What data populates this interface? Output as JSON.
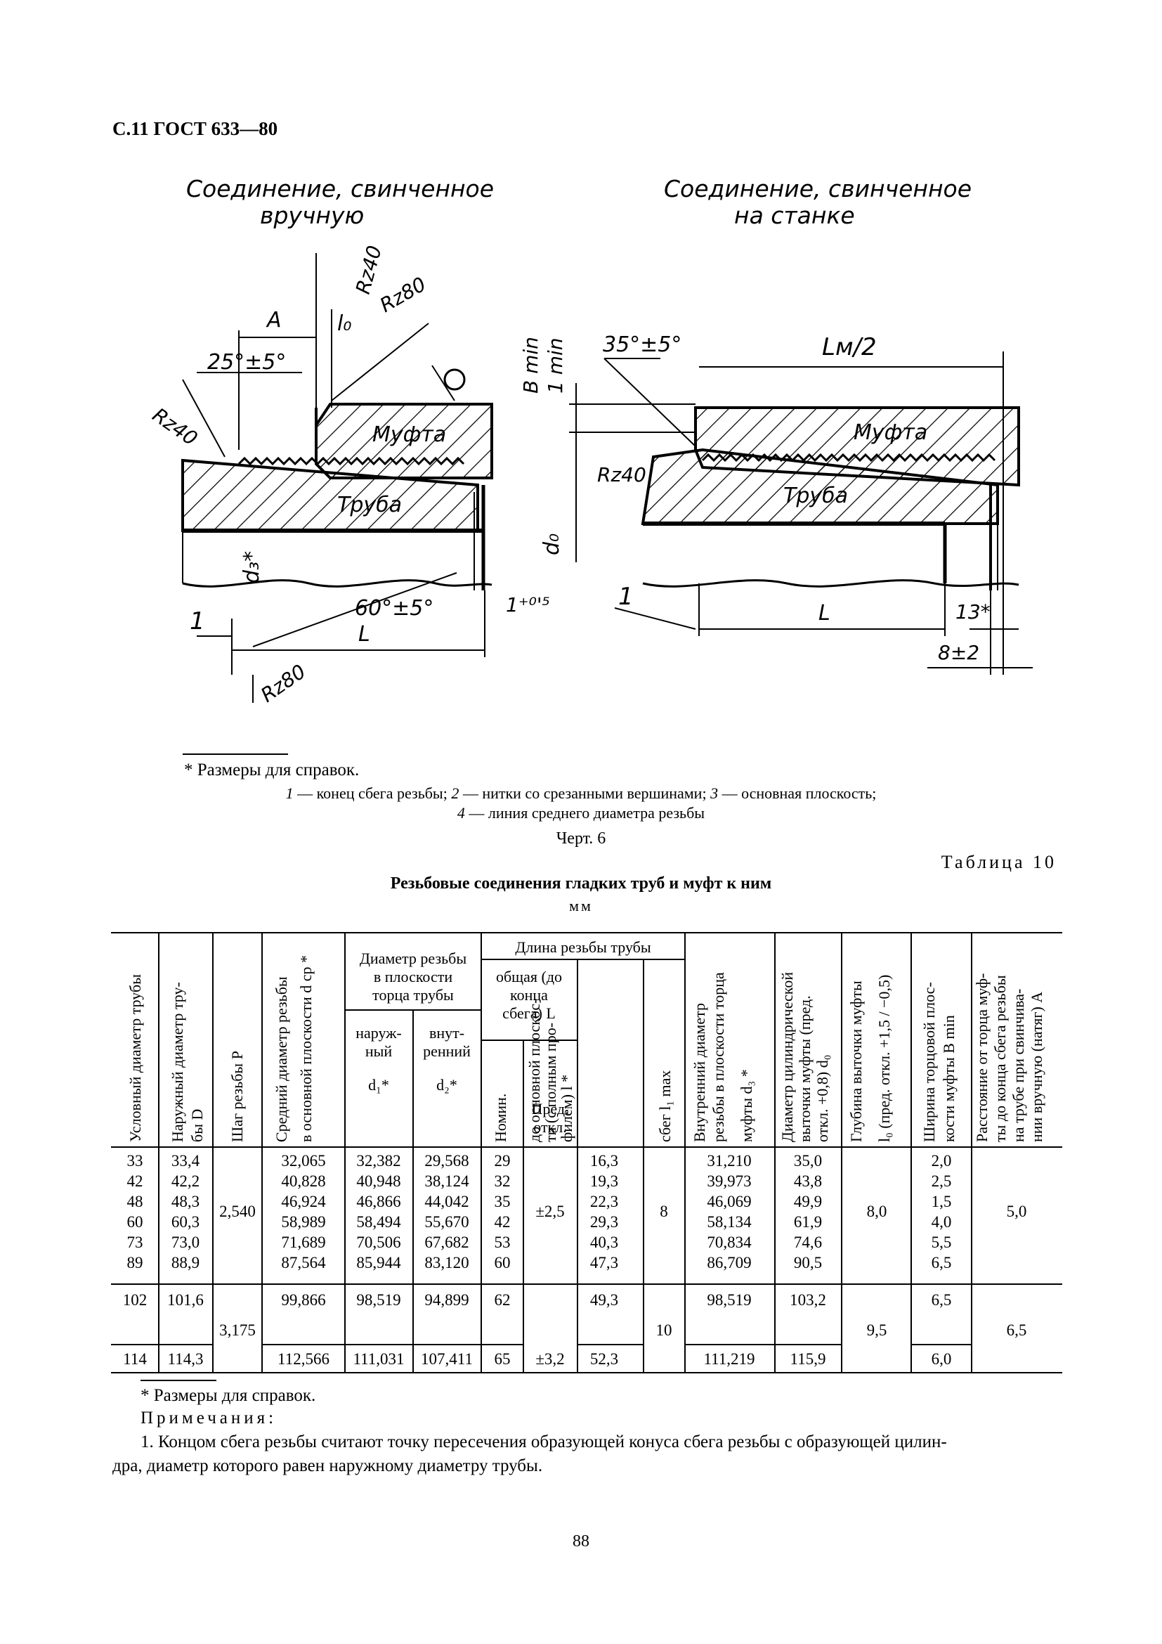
{
  "header": {
    "title": "С.11 ГОСТ 633—80"
  },
  "drawing": {
    "left_title_line1": "Соединение, свинченное",
    "left_title_line2": "вручную",
    "right_title_line1": "Соединение, свинченное",
    "right_title_line2": "на станке",
    "label_A": "A",
    "label_l0": "l₀",
    "label_rz40_top": "Rz40",
    "label_rz80_top": "Rz80",
    "label_angle_25": "25°±5°",
    "label_rz40_left": "Rz40",
    "label_mufta_left": "Муфта",
    "label_truba_left": "Труба",
    "label_d3": "d₃*",
    "label_angle_60": "60°±5°",
    "label_1_plus": "1⁺⁰'⁵",
    "label_L_left": "L",
    "label_1_left": "1",
    "label_rz80_bottom": "Rz80",
    "label_bmin": "B min",
    "label_1min": "1 min",
    "label_angle_35": "35°±5°",
    "label_lm2": "Lм/2",
    "label_mufta_right": "Муфта",
    "label_truba_right": "Труба",
    "label_rz40_right": "Rz40",
    "label_d0": "d₀",
    "label_1_right": "1",
    "label_L_right": "L",
    "label_13": "13*",
    "label_8": "8±2"
  },
  "footnote_top": "* Размеры для справок.",
  "legend": {
    "n1": "1",
    "t1": " — конец сбега резьбы; ",
    "n2": "2",
    "t2": " — нитки со срезанными вершинами; ",
    "n3": "3",
    "t3": " — основная плоскость;",
    "n4": "4",
    "t4": " — линия среднего диаметра резьбы"
  },
  "figure_caption": "Черт. 6",
  "table": {
    "label": "Таблица 10",
    "title": "Резьбовые соединения гладких труб и муфт к ним",
    "units": "мм",
    "headers": {
      "h1": "Условный диаметр трубы",
      "h2a": "Наружный диаметр тру-",
      "h2b": "бы D",
      "h3": "Шаг резьбы P",
      "h4a": "Средний диаметр резьбы",
      "h4b": "в основной плоскости d ср *",
      "h5": "Диаметр резьбы в плоскости торца трубы",
      "h5_line1": "Диаметр резьбы",
      "h5_line2": "в плоскости",
      "h5_line3": "торца трубы",
      "h5a_line1": "наруж-",
      "h5a_line2": "ный",
      "h5a_sym": "d₁*",
      "h5b_line1": "внут-",
      "h5b_line2": "ренний",
      "h5b_sym": "d₂*",
      "h6": "Длина резьбы трубы",
      "h6a_line1": "общая (до",
      "h6a_line2": "конца",
      "h6a_line3": "сбега) L",
      "h6a1": "Номин.",
      "h6a2a": "Пред.",
      "h6a2b": "откл.",
      "h6b_a": "до основной плоскос-",
      "h6b_b": "ти (с полным про-",
      "h6b_c": "филем) l *",
      "h6c": "сбег l₁ max",
      "h7a": "Внутренний диаметр",
      "h7b": "резьбы в плоскости торца",
      "h7c": "муфты d₃ *",
      "h8a": "Диаметр цилиндрической",
      "h8b": "выточки муфты (пред.",
      "h8c": "откл. +0,8) d₀",
      "h9a": "Глубина выточки муфты",
      "h9b": "l₀ (пред. откл. +1,5 / −0,5)",
      "h10a": "Ширина торцовой плос-",
      "h10b": "кости муфты B min",
      "h11a": "Расстояние от торца муф-",
      "h11b": "ты до конца сбега резьбы",
      "h11c": "на трубе при свинчива-",
      "h11d": "нии вручную (натяг) A"
    },
    "group1": {
      "cond": [
        "33",
        "42",
        "48",
        "60",
        "73",
        "89"
      ],
      "D": [
        "33,4",
        "42,2",
        "48,3",
        "60,3",
        "73,0",
        "88,9"
      ],
      "P": "2,540",
      "dcp": [
        "32,065",
        "40,828",
        "46,924",
        "58,989",
        "71,689",
        "87,564"
      ],
      "d1": [
        "32,382",
        "40,948",
        "46,866",
        "58,494",
        "70,506",
        "85,944"
      ],
      "d2": [
        "29,568",
        "38,124",
        "44,042",
        "55,670",
        "67,682",
        "83,120"
      ],
      "Lnom": [
        "29",
        "32",
        "35",
        "42",
        "53",
        "60"
      ],
      "Ltol": "±2,5",
      "l": [
        "16,3",
        "19,3",
        "22,3",
        "29,3",
        "40,3",
        "47,3"
      ],
      "l1": "8",
      "d3": [
        "31,210",
        "39,973",
        "46,069",
        "58,134",
        "70,834",
        "86,709"
      ],
      "d0": [
        "35,0",
        "43,8",
        "49,9",
        "61,9",
        "74,6",
        "90,5"
      ],
      "l0": "8,0",
      "Bmin": [
        "2,0",
        "2,5",
        "1,5",
        "4,0",
        "5,5",
        "6,5"
      ],
      "A": "5,0"
    },
    "group2": {
      "row1": {
        "cond": "102",
        "D": "101,6",
        "dcp": "99,866",
        "d1": "98,519",
        "d2": "94,899",
        "Lnom": "62",
        "l": "49,3",
        "d3": "98,519",
        "d0": "103,2",
        "Bmin": "6,5"
      },
      "row2": {
        "cond": "114",
        "D": "114,3",
        "dcp": "112,566",
        "d1": "111,031",
        "d2": "107,411",
        "Lnom": "65",
        "Ltol": "±3,2",
        "l": "52,3",
        "d3": "111,219",
        "d0": "115,9",
        "Bmin": "6,0"
      },
      "P": "3,175",
      "l1": "10",
      "l0": "9,5",
      "A": "6,5"
    }
  },
  "footnote_bottom": "* Размеры для справок.",
  "notes_heading": "Примечания:",
  "note1_line1": "1. Концом сбега резьбы считают точку пересечения образующей конуса сбега резьбы с образующей цилин-",
  "note1_line2": "дра, диаметр которого равен наружному диаметру трубы.",
  "page_number": "88"
}
